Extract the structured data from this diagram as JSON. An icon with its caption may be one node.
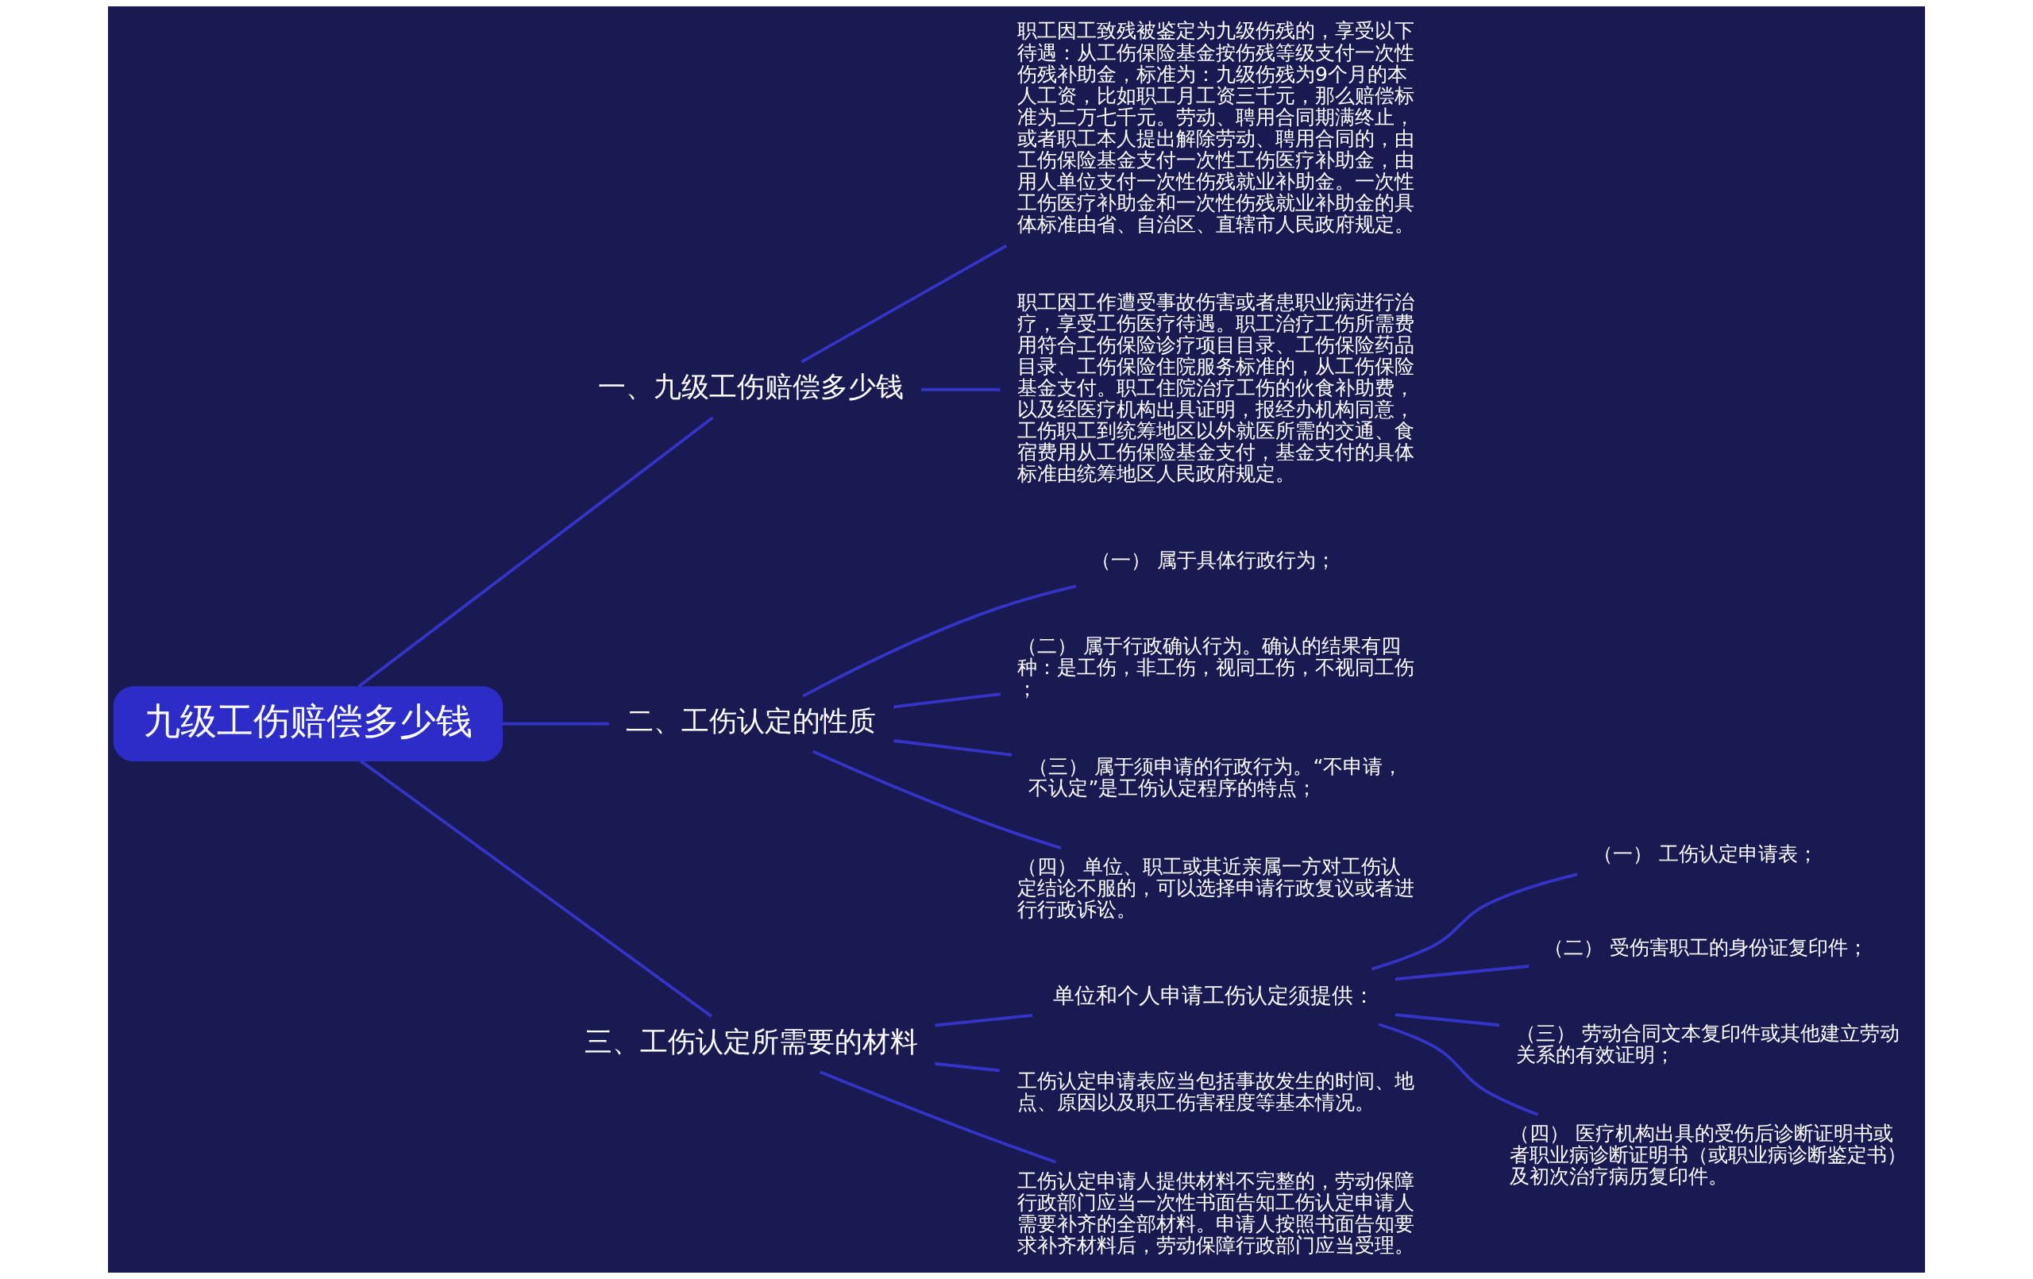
{
  "diagram": {
    "nodes": [
      {
        "text": [
          "九级工伤赔偿多少钱"
        ]
      },
      {
        "text": [
          "一、九级工伤赔偿多少钱"
        ]
      },
      {
        "text": [
          "职工因工致残被鉴定为九级伤残的，享受以下待遇：从工伤保险基金按伤残等级支付一次性伤残补助金，标准为：九级伤残为9个月的本人工资，比如职工月工资三千元，那么赔偿标准为二万七千元。劳动、聘用合同期满终止，或者职工本人提出解除劳动、聘用合同的，由工伤保险基金支付一次性工伤医疗补助金，由用人单位支付一次性伤残就业补助金。一次性工伤医疗补助金和一次性伤残就业补助金的具体标准由省、自治区、直辖市人民政府规定。"
        ]
      },
      {
        "text": [
          "职工因工作遭受事故伤害或者患职业病进行治疗，享受工伤医疗待遇。职工治疗工伤所需费用符合工伤保险诊疗项目目录、工伤保险药品目录、工伤保险住院服务标准的，从工伤保险基金支付。职工住院治疗工伤的伙食补助费，以及经医疗机构出具证明，报经办机构同意，工伤职工到统筹地区以外就医所需的交通、食宿费用从工伤保险基金支付，基金支付的具体标准由统筹地区人民政府规定。"
        ]
      },
      {
        "text": [
          "二、工伤认定的性质"
        ]
      },
      {
        "text": [
          "（一） 属于具体行政行为；"
        ]
      },
      {
        "text": [
          "（二） 属于行政确认行为。确认的结果有四种：是工伤，非工伤，视同工伤，不视同工伤；"
        ]
      },
      {
        "text": [
          "（三） 属于须申请的行政行为。“不申请，不认定”是工伤认定程序的特点；"
        ]
      },
      {
        "text": [
          "（四） 单位、职工或其近亲属一方对工伤认定结论不服的，可以选择申请行政复议或者进行行政诉讼。"
        ]
      },
      {
        "text": [
          "三、工伤认定所需要的材料"
        ]
      },
      {
        "text": [
          "单位和个人申请工伤认定须提供："
        ]
      },
      {
        "text": [
          "（一） 工伤认定申请表；"
        ]
      },
      {
        "text": [
          "（二） 受伤害职工的身份证复印件；"
        ]
      },
      {
        "text": [
          "（三） 劳动合同文本复印件或其他建立劳动关系的有效证明；"
        ]
      },
      {
        "text": [
          "（四） 医疗机构出具的受伤后诊断证明书或者职业病诊断证明书（或职业病诊断鉴定书）及初次治疗病历复印件。"
        ]
      },
      {
        "text": [
          "工伤认定申请表应当包括事故发生的时间、地点、原因以及职工伤害程度等基本情况。"
        ]
      },
      {
        "text": [
          "工伤认定申请人提供材料不完整的，劳动保障行政部门应当一次性书面告知工伤认定申请人需要补齐的全部材料。申请人按照书面告知要求补齐材料后，劳动保障行政部门应当受理。"
        ]
      }
    ],
    "edges": [
      {
        "from": 0,
        "to": 1,
        "arrow": "none"
      },
      {
        "from": 1,
        "to": 2,
        "arrow": "none"
      },
      {
        "from": 1,
        "to": 3,
        "arrow": "none"
      },
      {
        "from": 0,
        "to": 4,
        "arrow": "none"
      },
      {
        "from": 4,
        "to": 5,
        "arrow": "none"
      },
      {
        "from": 4,
        "to": 6,
        "arrow": "none"
      },
      {
        "from": 4,
        "to": 7,
        "arrow": "none"
      },
      {
        "from": 4,
        "to": 8,
        "arrow": "none"
      },
      {
        "from": 0,
        "to": 9,
        "arrow": "none"
      },
      {
        "from": 9,
        "to": 10,
        "arrow": "none"
      },
      {
        "from": 10,
        "to": 11,
        "arrow": "none"
      },
      {
        "from": 10,
        "to": 12,
        "arrow": "none"
      },
      {
        "from": 10,
        "to": 13,
        "arrow": "none"
      },
      {
        "from": 10,
        "to": 14,
        "arrow": "none"
      },
      {
        "from": 9,
        "to": 15,
        "arrow": "none"
      },
      {
        "from": 9,
        "to": 16,
        "arrow": "none"
      }
    ]
  }
}
